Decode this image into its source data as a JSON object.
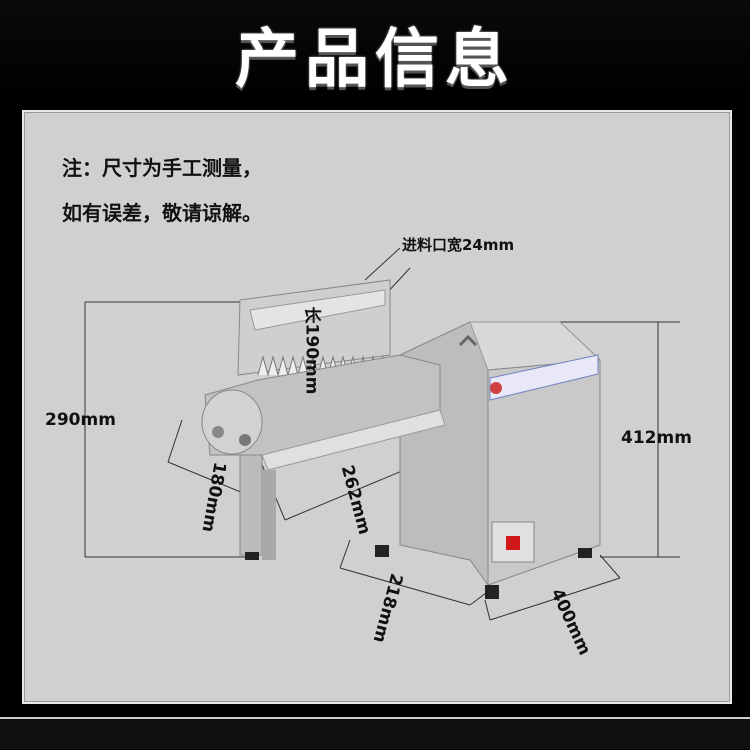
{
  "header": {
    "title": "产品信息"
  },
  "note": {
    "line1": "注：尺寸为手工测量，",
    "line2": "如有误差，敬请谅解。"
  },
  "dimensions": {
    "feed_opening": "进料口宽24mm",
    "length": "长190mm",
    "height_left": "290mm",
    "height_right": "412mm",
    "depth_front": "180mm",
    "width_front": "262mm",
    "base_depth": "218mm",
    "base_width": "400mm"
  },
  "colors": {
    "background": "#000000",
    "panel": "#d0d0d0",
    "steel": "#c4c4c4",
    "switch_red": "#d01818"
  }
}
